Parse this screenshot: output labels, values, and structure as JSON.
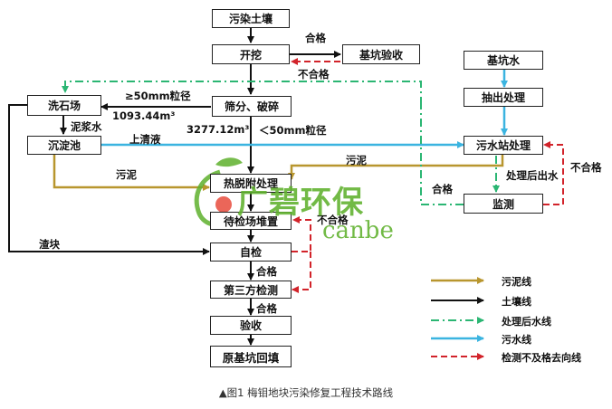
{
  "boxes": {
    "contaminated_soil": "污染土壤",
    "excavation": "开挖",
    "pit_acceptance": "基坑验收",
    "pit_water": "基坑水",
    "pumping": "抽出处理",
    "washing": "洗石场",
    "screening": "筛分、破碎",
    "sedimentation": "沉淀池",
    "wastewater_station": "污水站处理",
    "thermal_desorption": "热脱附处理",
    "monitoring": "监测",
    "pending_stockpile": "待检场堆置",
    "self_check": "自检",
    "third_party": "第三方检测",
    "acceptance": "验收",
    "backfill": "原基坑回填"
  },
  "labels": {
    "qualified_top": "合格",
    "unqualified_top": "不合格",
    "gt50": "≥50mm粒径",
    "gt50_volume": "1093.44m³",
    "mud_water": "泥浆水",
    "lt50_volume": "3277.12m³",
    "lt50": "＜50mm粒径",
    "supernatant": "上清液",
    "sludge_right": "污泥",
    "sludge_left": "污泥",
    "treated_water": "处理后出水",
    "unqualified_right": "不合格",
    "qualified_right": "合格",
    "unqualified_mid": "不合格",
    "slag": "渣块",
    "qualified_mid": "合格",
    "qualified_low": "合格"
  },
  "legend": [
    {
      "label": "污泥线",
      "color": "#b8962e",
      "style": "solid"
    },
    {
      "label": "土壤线",
      "color": "#111111",
      "style": "solid"
    },
    {
      "label": "处理后水线",
      "color": "#2bb673",
      "style": "dashdot"
    },
    {
      "label": "污水线",
      "color": "#3bb4e0",
      "style": "solid"
    },
    {
      "label": "检测不及格去向线",
      "color": "#d2232a",
      "style": "dashed"
    }
  ],
  "watermark": {
    "main": "广碧环保",
    "sub": "canbe"
  },
  "caption": "▲图1 梅钼地块污染修复工程技术路线"
}
